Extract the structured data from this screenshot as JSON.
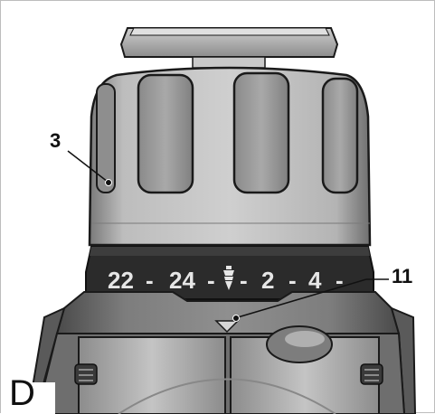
{
  "figure": {
    "panel_letter": "D",
    "callouts": [
      {
        "id": "3",
        "label": "3"
      },
      {
        "id": "11",
        "label": "11"
      }
    ],
    "torque_scale": {
      "values": [
        "22",
        "-",
        "24",
        "-",
        "-",
        "2",
        "-",
        "4",
        "-"
      ]
    },
    "colors": {
      "body_light": "#b9b9b9",
      "body_mid": "#9a9a9a",
      "body_dark": "#5e5e5e",
      "outline": "#1a1a1a",
      "ring_band": "#2b2b2b",
      "scale_text": "#e6e6e6"
    }
  }
}
